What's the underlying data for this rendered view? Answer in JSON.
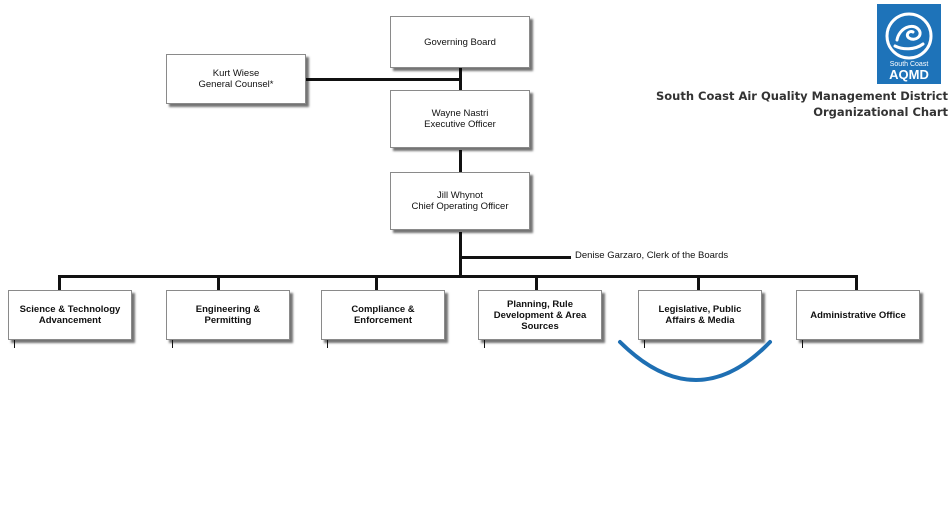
{
  "logo": {
    "line1": "South Coast",
    "line2": "AQMD",
    "bg_color": "#1e73b9"
  },
  "header": {
    "title_line1": "South Coast Air Quality Management District",
    "title_line2": "Organizational Chart"
  },
  "org": {
    "governing_board": "Governing Board",
    "counsel": {
      "name": "Kurt Wiese",
      "title": "General Counsel*"
    },
    "executive": {
      "name": "Wayne Nastri",
      "title": "Executive Officer"
    },
    "coo": {
      "name": "Jill Whynot",
      "title": "Chief Operating Officer"
    },
    "clerk": "Denise Garzaro, Clerk of the Boards",
    "departments": [
      {
        "line1": "Science & Technology",
        "line2": "Advancement",
        "line3": ""
      },
      {
        "line1": "Engineering &",
        "line2": "Permitting",
        "line3": ""
      },
      {
        "line1": "Compliance &",
        "line2": "Enforcement",
        "line3": ""
      },
      {
        "line1": "Planning, Rule",
        "line2": "Development & Area",
        "line3": "Sources"
      },
      {
        "line1": "Legislative, Public",
        "line2": "Affairs & Media",
        "line3": ""
      },
      {
        "line1": "Administrative Office",
        "line2": "",
        "line3": ""
      }
    ]
  },
  "annotation": {
    "highlight_color": "#1e6fb3"
  }
}
